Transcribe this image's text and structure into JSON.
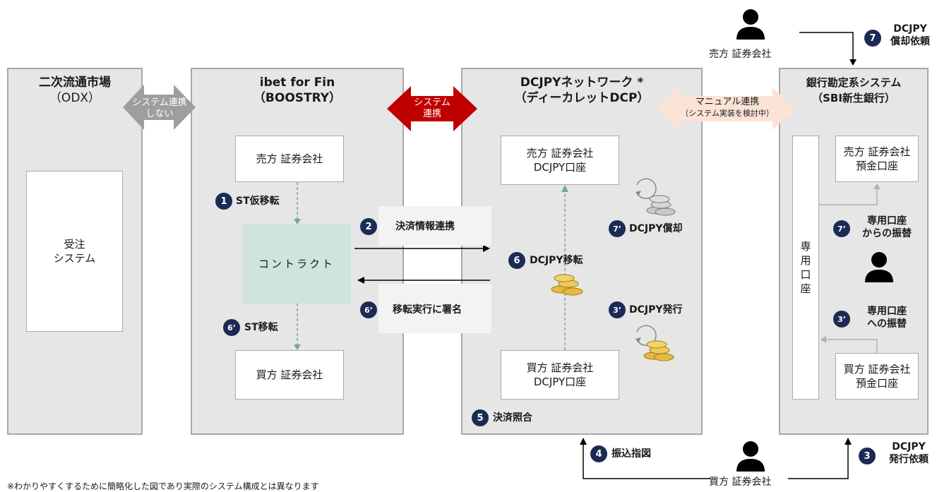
{
  "panels": {
    "odx": {
      "title1": "二次流通市場",
      "title2": "（ODX）"
    },
    "ibet": {
      "title1": "ibet for Fin",
      "title2": "（BOOSTRY）"
    },
    "dcjpy": {
      "title1": "DCJPYネットワーク *",
      "title2": "（ディーカレットDCP）"
    },
    "bank": {
      "title1": "銀行勘定系システム",
      "title2": "（SBI新生銀行）"
    }
  },
  "boxes": {
    "jyuchu": {
      "line1": "受注",
      "line2": "システム"
    },
    "ibet_seller": "売方 証券会社",
    "contract": "コントラクト",
    "ibet_buyer": "買方 証券会社",
    "dc_seller": {
      "line1": "売方 証券会社",
      "line2": "DCJPY口座"
    },
    "dc_buyer": {
      "line1": "買方 証券会社",
      "line2": "DCJPY口座"
    },
    "dedicated": [
      "専",
      "用",
      "口",
      "座"
    ],
    "bank_seller": {
      "line1": "売方 証券会社",
      "line2": "預金口座"
    },
    "bank_buyer": {
      "line1": "買方 証券会社",
      "line2": "預金口座"
    }
  },
  "links": {
    "odx_ibet": {
      "line1": "システム連携",
      "line2": "しない"
    },
    "ibet_dcjpy": {
      "line1": "システム",
      "line2": "連携"
    },
    "dcjpy_bank": {
      "line1": "マニュアル連携",
      "line2": "（システム実装を検討中）"
    }
  },
  "steps": {
    "s1": {
      "num": "1",
      "label": "ST仮移転"
    },
    "s6p_st": {
      "num": "6’",
      "label": "ST移転"
    },
    "s2": {
      "num": "2",
      "label": "決済情報連携"
    },
    "s6p_sign": {
      "num": "6’",
      "label": "移転実行に署名"
    },
    "s6": {
      "num": "6",
      "label": "DCJPY移転"
    },
    "s7p_burn": {
      "num": "7’",
      "label": "DCJPY償却"
    },
    "s3p_issue": {
      "num": "3’",
      "label": "DCJPY発行"
    },
    "s5": {
      "num": "5",
      "label": "決済照合"
    },
    "s4": {
      "num": "4",
      "label": "振込指図"
    },
    "s7p_bank": {
      "num": "7’",
      "line1": "専用口座",
      "line2": "からの振替"
    },
    "s3p_bank": {
      "num": "3’",
      "line1": "専用口座",
      "line2": "への振替"
    },
    "s7": {
      "num": "7",
      "line1": "DCJPY",
      "line2": "償却依頼"
    },
    "s3": {
      "num": "3",
      "line1": "DCJPY",
      "line2": "発行依頼"
    }
  },
  "people": {
    "seller": "売方 証券会社",
    "buyer": "買方 証券会社"
  },
  "footnote": "※わかりやすくするために簡略化した図であり実際のシステム構成とは異なります",
  "colors": {
    "panel_bg": "#e6e6e6",
    "step_circle": "#1b2b55",
    "contract_bg": "#cfe3df",
    "red_arrow": "#c00000",
    "gray_arrow": "#9e9e9e",
    "peach_arrow": "#fbe4d5",
    "teal_dash": "#6fa8a0"
  },
  "icons": [
    "person-icon",
    "coin-stack-icon",
    "refresh-icon"
  ]
}
